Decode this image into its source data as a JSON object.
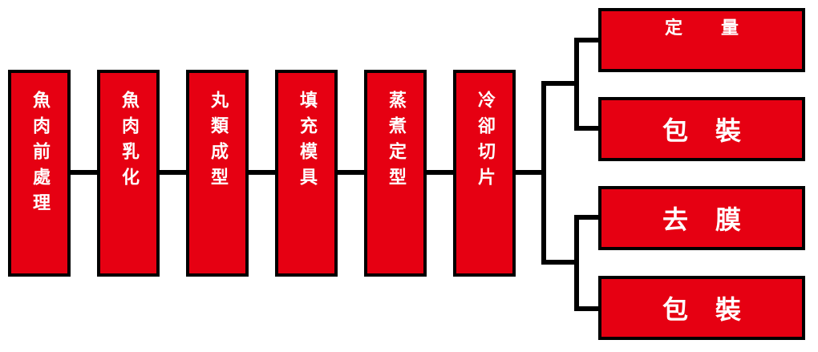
{
  "diagram": {
    "steps": [
      "魚肉前處理",
      "魚肉乳化",
      "丸類成型",
      "填充模具",
      "蒸煮定型",
      "冷卻切片"
    ],
    "branches": [
      "定量",
      "包裝",
      "去膜",
      "包裝"
    ]
  },
  "colors": {
    "box_fill": "#e60012",
    "box_border": "#000000",
    "connector": "#000000",
    "text": "#ffffff"
  }
}
